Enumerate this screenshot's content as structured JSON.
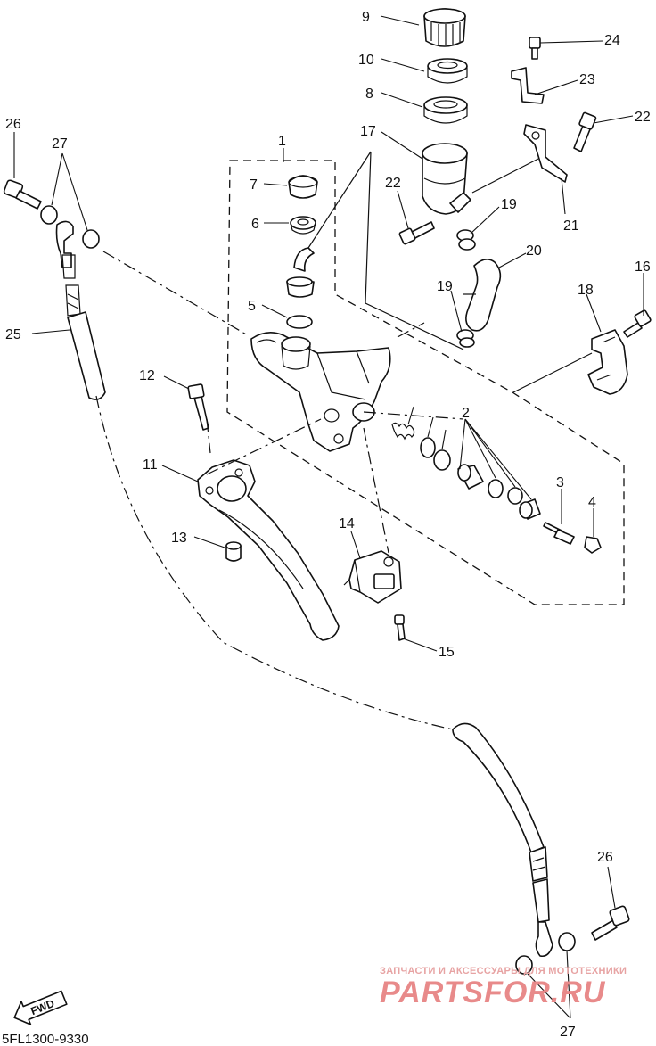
{
  "diagram": {
    "callouts": [
      "1",
      "2",
      "3",
      "4",
      "5",
      "6",
      "7",
      "8",
      "9",
      "10",
      "11",
      "12",
      "13",
      "14",
      "15",
      "16",
      "17",
      "18",
      "19",
      "19",
      "20",
      "21",
      "22",
      "22",
      "23",
      "24",
      "25",
      "26",
      "26",
      "27",
      "27"
    ],
    "fwd_label": "FWD",
    "diagram_code": "5FL1300-9330",
    "watermark": {
      "caption": "ЗАПЧАСТИ И АКСЕССУАРЫ ДЛЯ МОТОТЕХНИКИ",
      "brand": "PARTSFOR.RU"
    }
  }
}
